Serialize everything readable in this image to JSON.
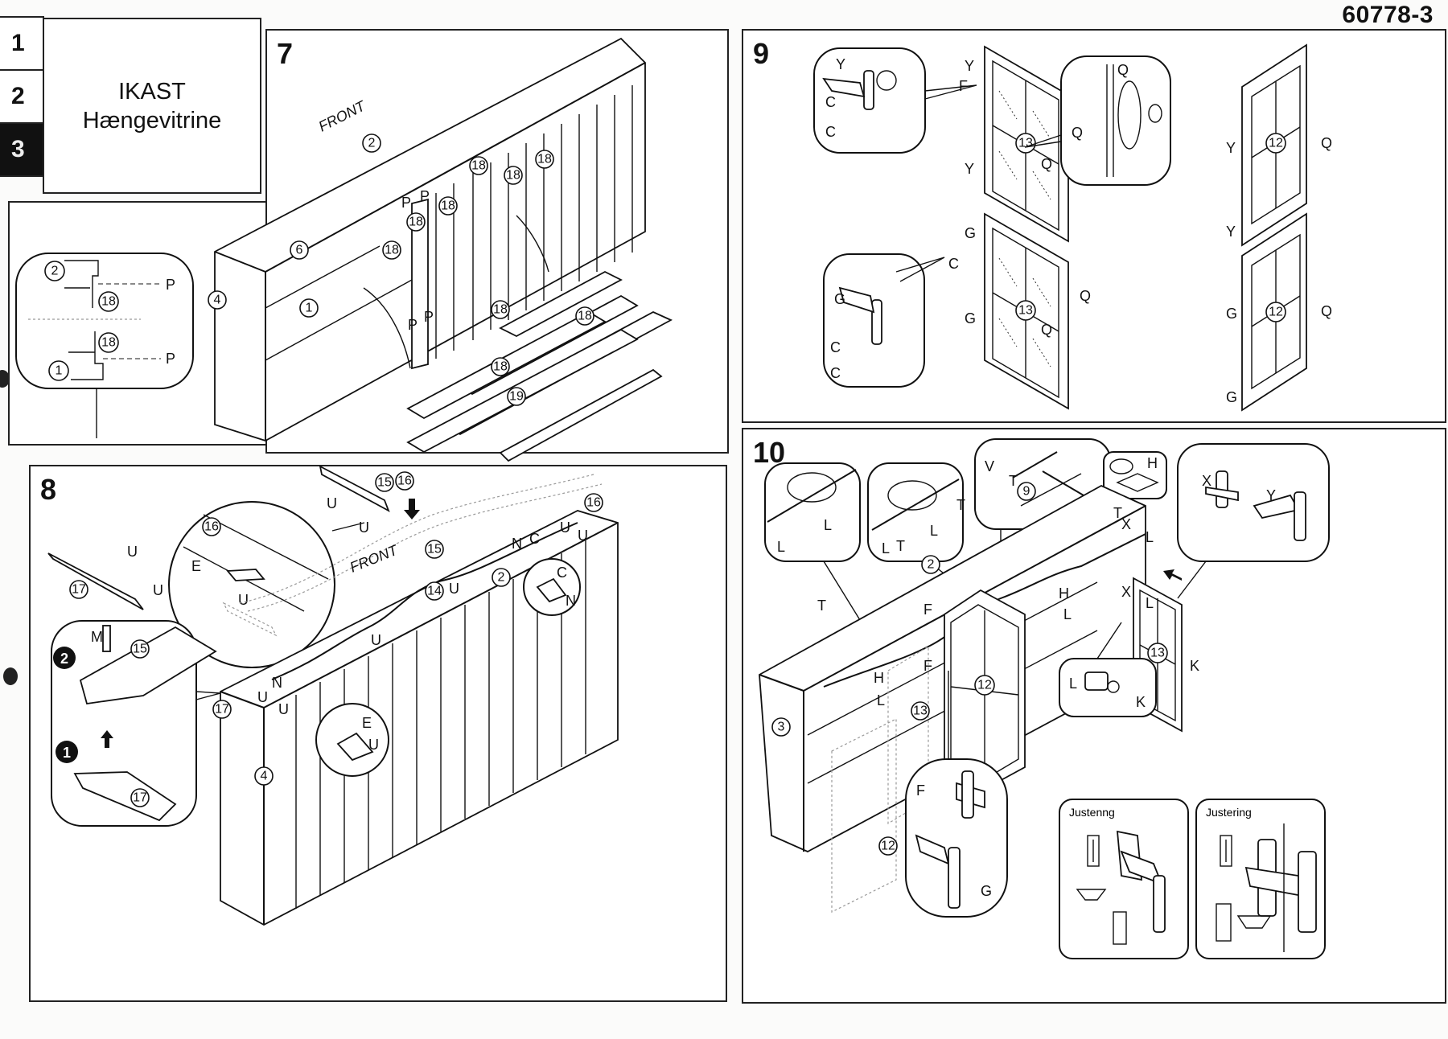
{
  "document": {
    "number": "60778-3",
    "product_name": "IKAST",
    "product_type": "Hængevitrine"
  },
  "page_tabs": [
    {
      "label": "1",
      "active": false
    },
    {
      "label": "2",
      "active": false
    },
    {
      "label": "3",
      "active": true
    }
  ],
  "steps": {
    "step7": {
      "number": "7",
      "front_label": "FRONT",
      "parts": [
        "2",
        "6",
        "1",
        "4",
        "18",
        "19"
      ],
      "fastener": "P",
      "detail": {
        "top": {
          "part": "2",
          "panel": "18",
          "fastener": "P"
        },
        "bottom": {
          "part": "1",
          "panel": "18",
          "fastener": "P"
        }
      },
      "loose_boards": [
        "18",
        "18",
        "18",
        "19"
      ]
    },
    "step8": {
      "number": "8",
      "front_label": "FRONT",
      "parts": [
        "15",
        "16",
        "17",
        "14",
        "2",
        "4"
      ],
      "fasteners": [
        "U",
        "E",
        "N",
        "C",
        "M"
      ],
      "rail_16_detail": {
        "part": "16",
        "screw": "E",
        "bracket": "U"
      },
      "corner_detail": {
        "sub_steps": [
          "1",
          "2"
        ],
        "dowel": "M",
        "upper_part": "15",
        "lower_part": "17"
      },
      "bracket_detail_right": {
        "screw": "C",
        "bracket": "N"
      },
      "bracket_detail_front": {
        "screw": "E",
        "bracket": "U"
      }
    },
    "step9": {
      "number": "9",
      "doors": [
        {
          "part": "13",
          "hinge_labels": [
            "Y",
            "F",
            "Y"
          ],
          "knob": "Q",
          "detail": {
            "hinge": "Y",
            "screws": [
              "C",
              "C"
            ]
          }
        },
        {
          "part": "13",
          "hinge_labels": [
            "G",
            "C",
            "G"
          ],
          "knob": "Q",
          "detail": {
            "hinge": "G",
            "screws": [
              "C",
              "C"
            ]
          }
        },
        {
          "part": "12",
          "hinge_labels": [
            "Y",
            "Y"
          ],
          "knob": "Q"
        },
        {
          "part": "12",
          "hinge_labels": [
            "G",
            "G"
          ],
          "knob": "Q"
        }
      ],
      "knob_detail": {
        "label": "Q"
      }
    },
    "step10": {
      "number": "10",
      "parts": [
        "2",
        "3",
        "9",
        "12",
        "13"
      ],
      "fasteners": [
        "L",
        "H",
        "T",
        "V",
        "X",
        "Y",
        "F",
        "G",
        "K"
      ],
      "details": [
        {
          "name": "shelf-pin-left",
          "labels": [
            "L",
            "L"
          ]
        },
        {
          "name": "shelf-pin-right",
          "labels": [
            "L",
            "L"
          ]
        },
        {
          "name": "rod",
          "labels": [
            "V",
            "9",
            "T"
          ]
        },
        {
          "name": "cap",
          "labels": [
            "H"
          ]
        },
        {
          "name": "hinge-xy",
          "labels": [
            "X",
            "Y"
          ]
        },
        {
          "name": "lock",
          "labels": [
            "L",
            "K"
          ]
        },
        {
          "name": "hinge-fg",
          "labels": [
            "F",
            "G"
          ]
        }
      ],
      "adjust_boxes": [
        {
          "title": "Justenng"
        },
        {
          "title": "Justering"
        }
      ]
    }
  }
}
